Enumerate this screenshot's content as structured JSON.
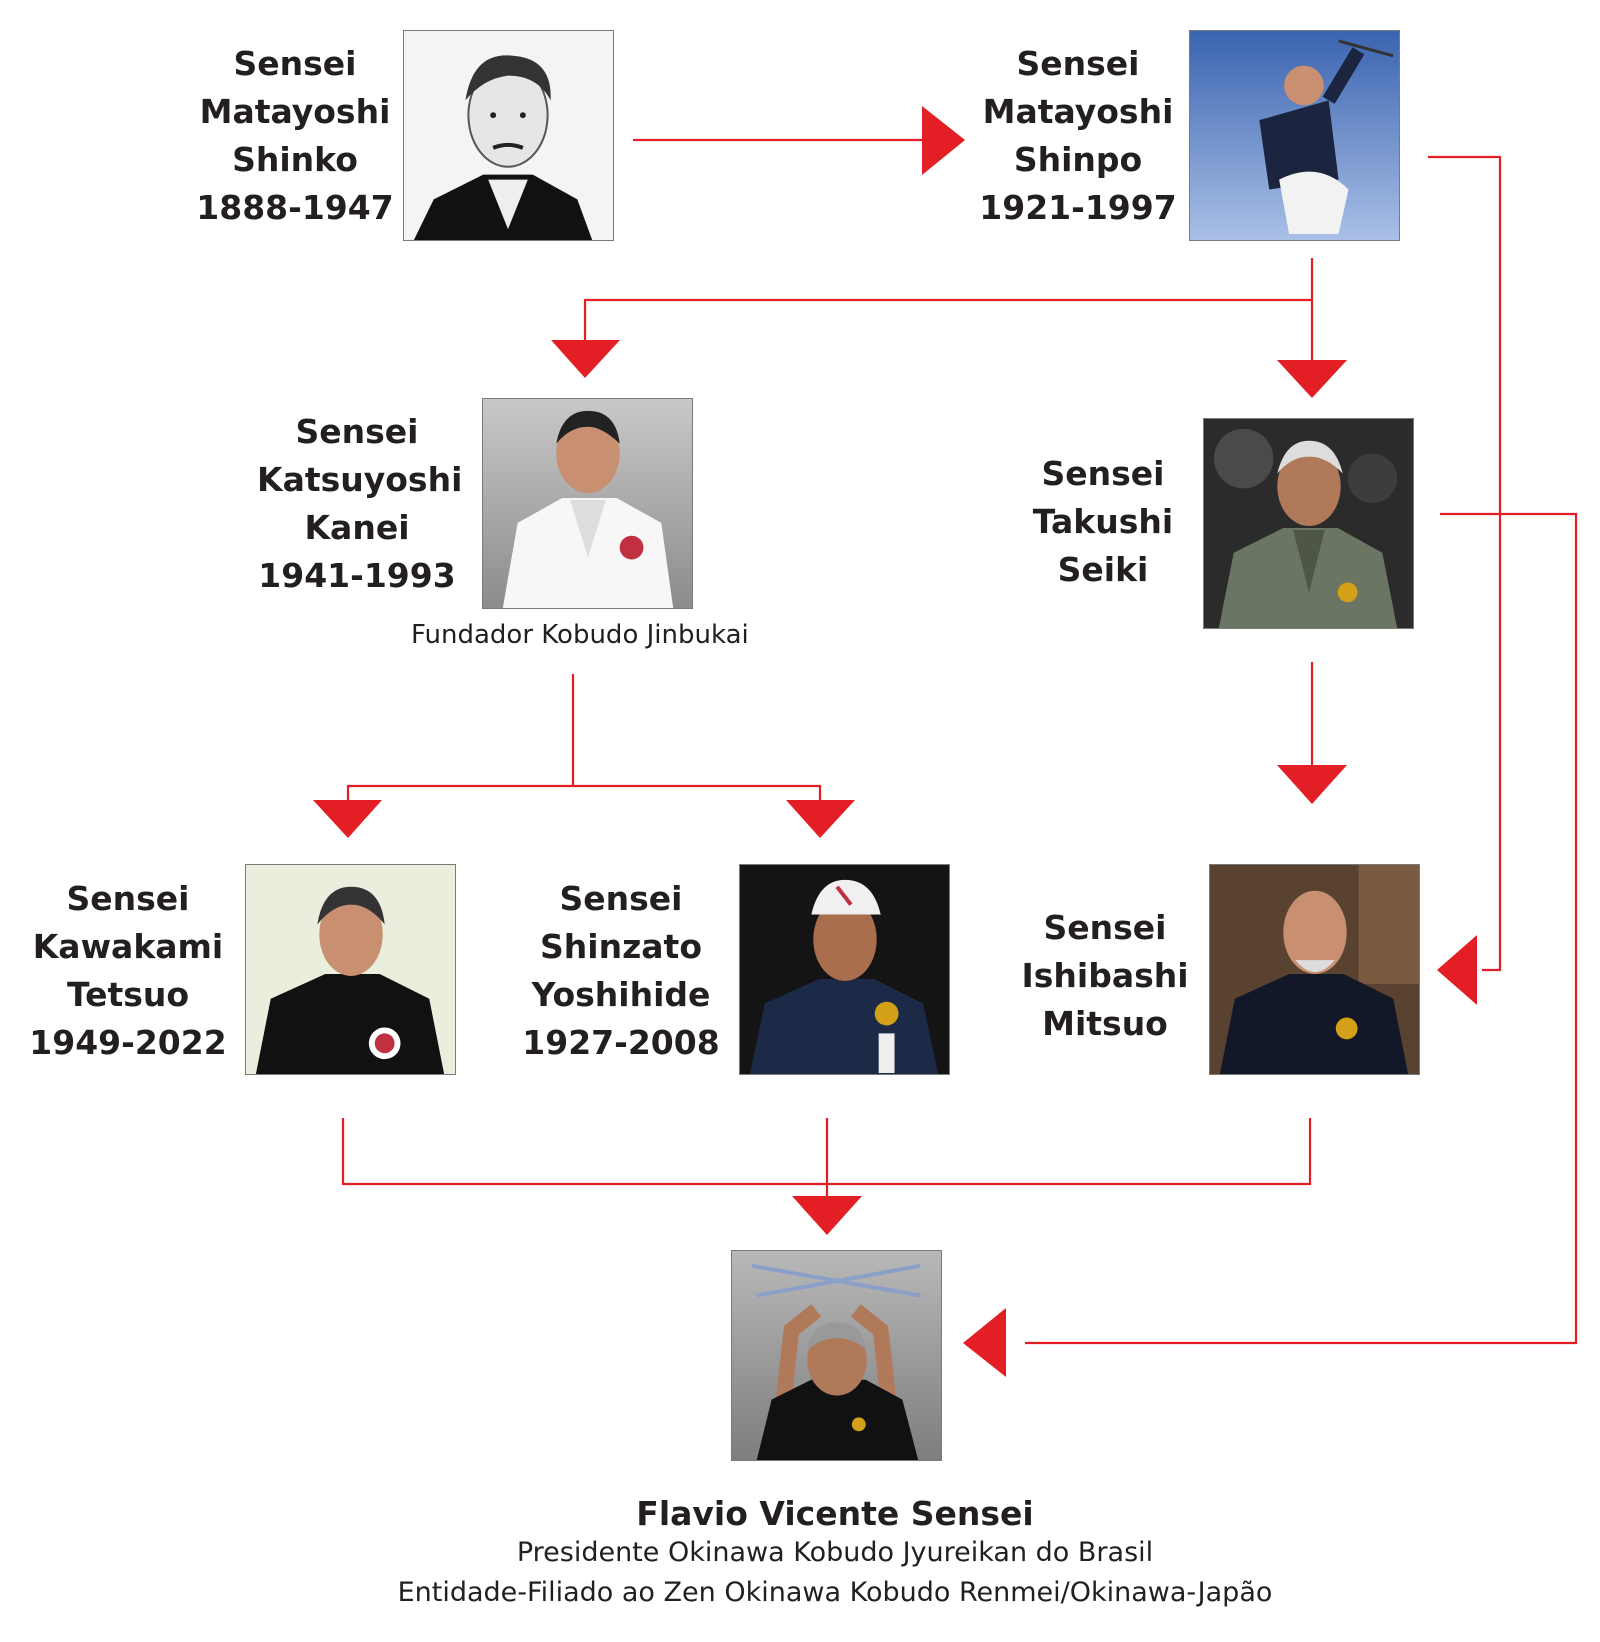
{
  "colors": {
    "line": "#e31e24"
  },
  "people": {
    "shinko": {
      "title": "Sensei",
      "first": "Matayoshi",
      "last": "Shinko",
      "years": "1888-1947"
    },
    "shinpo": {
      "title": "Sensei",
      "first": "Matayoshi",
      "last": "Shinpo",
      "years": "1921-1997"
    },
    "kanei": {
      "title": "Sensei",
      "first": "Katsuyoshi",
      "last": "Kanei",
      "years": "1941-1993",
      "caption": "Fundador Kobudo Jinbukai"
    },
    "takushi": {
      "title": "Sensei",
      "first": "Takushi",
      "last": "Seiki"
    },
    "kawakami": {
      "title": "Sensei",
      "first": "Kawakami",
      "last": "Tetsuo",
      "years": "1949-2022"
    },
    "shinzato": {
      "title": "Sensei",
      "first": "Shinzato",
      "last": "Yoshihide",
      "years": "1927-2008"
    },
    "ishibashi": {
      "title": "Sensei",
      "first": "Ishibashi",
      "last": "Mitsuo"
    }
  },
  "final": {
    "name": "Flavio Vicente  Sensei",
    "line1": "Presidente Okinawa Kobudo Jyureikan do Brasil",
    "line2": "Entidade-Filiado ao Zen Okinawa Kobudo Renmei/Okinawa-Japão"
  }
}
